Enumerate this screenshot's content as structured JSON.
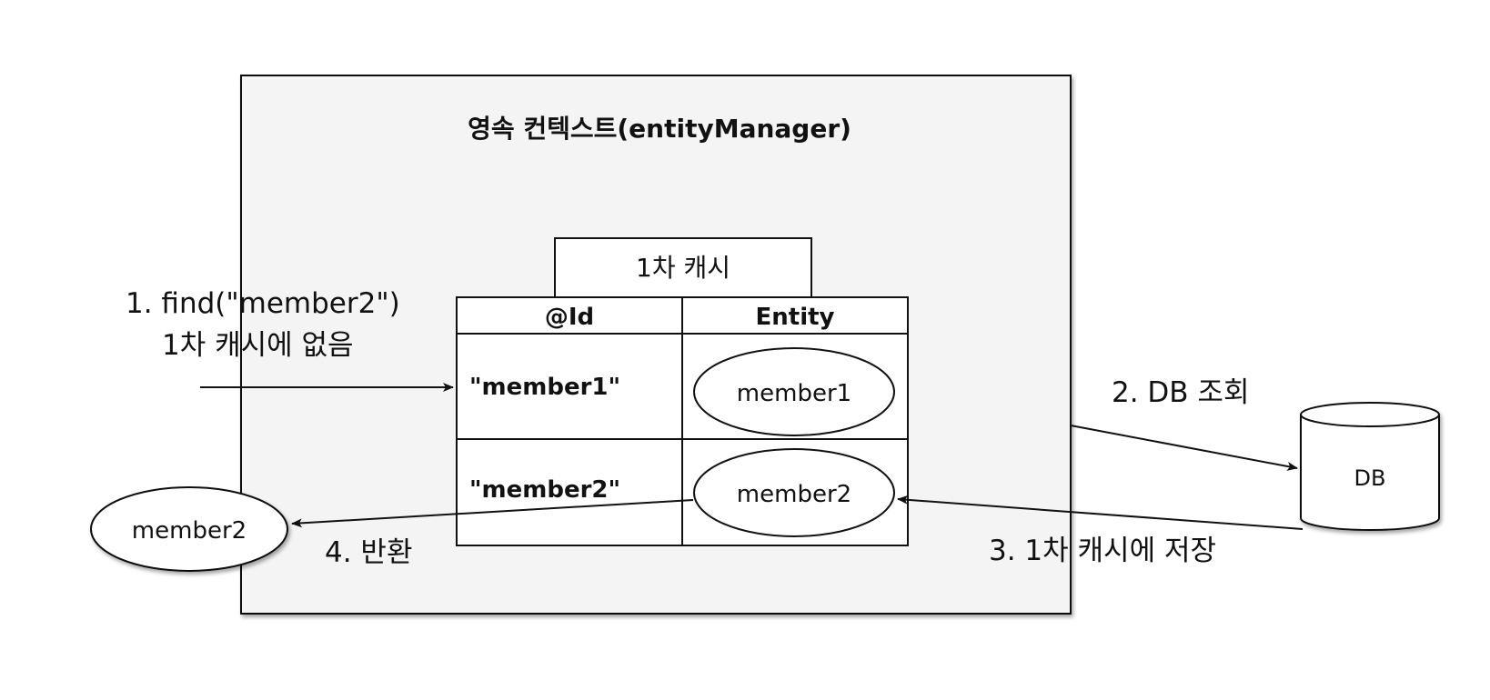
{
  "context": {
    "title": "영속 컨텍스트(entityManager)"
  },
  "cache": {
    "tab_label": "1차 캐시",
    "headers": {
      "id": "@Id",
      "entity": "Entity"
    },
    "rows": [
      {
        "id": "\"member1\"",
        "entity": "member1"
      },
      {
        "id": "\"member2\"",
        "entity": "member2"
      }
    ]
  },
  "steps": {
    "find_line1": "1. find(\"member2\")",
    "find_line2": "1차 캐시에 없음",
    "db_lookup": "2. DB 조회",
    "store_cache": "3. 1차 캐시에 저장",
    "return": "4. 반환"
  },
  "db": {
    "label": "DB"
  },
  "returned_entity": {
    "label": "member2"
  }
}
